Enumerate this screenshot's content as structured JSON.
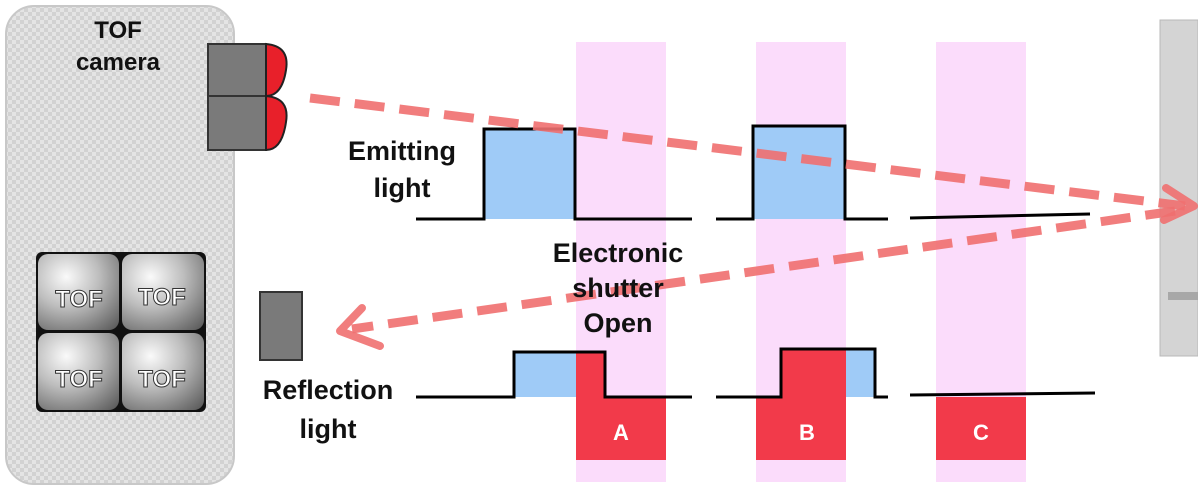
{
  "camera": {
    "title_line1": "TOF",
    "title_line2": "camera"
  },
  "sensor_tiles": [
    "TOF",
    "TOF",
    "TOF",
    "TOF"
  ],
  "emitting": {
    "line1": "Emitting",
    "line2": "light"
  },
  "reflection": {
    "line1": "Reflection",
    "line2": "light"
  },
  "shutter": {
    "line1": "Electronic",
    "line2": "shutter",
    "line3": "Open"
  },
  "windows": [
    "A",
    "B",
    "C"
  ],
  "colors": {
    "panel": "#dcdcdc",
    "shutter_band": "#fbdcfb",
    "pulse_fill": "#9fcbf7",
    "charge_red": "#f23a4a",
    "arrow": "#f07070",
    "lens_red": "#e8202a",
    "block_gray": "#7a7a7a"
  }
}
